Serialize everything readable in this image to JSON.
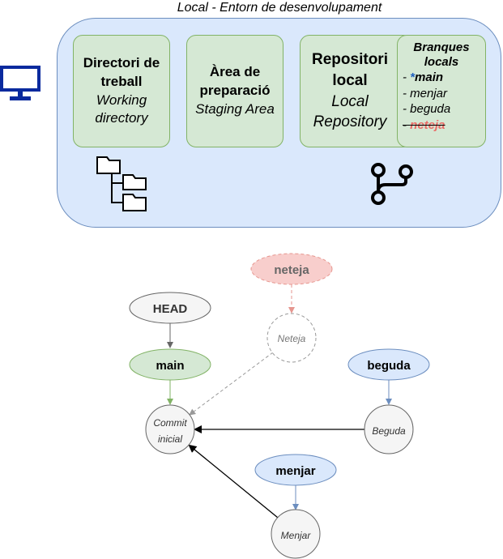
{
  "environment": {
    "title": "Local - Entorn de desenvolupament"
  },
  "stages": {
    "working": {
      "title_line1": "Directori de",
      "title_line2": "treball",
      "subtitle_line1": "Working",
      "subtitle_line2": "directory"
    },
    "staging": {
      "title_line1": "Àrea de",
      "title_line2": "preparació",
      "subtitle_line1": "Staging Area"
    },
    "repository": {
      "title_line1": "Repositori",
      "title_line2": "local",
      "subtitle_line1": "Local",
      "subtitle_line2": "Repository"
    }
  },
  "branches_panel": {
    "title_line1": "Branques",
    "title_line2": "locals",
    "current_marker": "*",
    "items": [
      {
        "prefix": "- ",
        "name": "main",
        "current": true
      },
      {
        "prefix": "- ",
        "name": "menjar"
      },
      {
        "prefix": "- ",
        "name": "beguda"
      },
      {
        "prefix": "- ",
        "name": "neteja",
        "deleted": true
      }
    ]
  },
  "icons": {
    "computer": "desktop-monitor-icon",
    "folders": "folder-tree-icon",
    "git": "git-branch-icon"
  },
  "graph": {
    "labels": {
      "head": "HEAD",
      "main": "main",
      "neteja": "neteja",
      "beguda": "beguda",
      "menjar": "menjar"
    },
    "commits": {
      "initial_line1": "Commit",
      "initial_line2": "inicial",
      "neteja": "Neteja",
      "beguda": "Beguda",
      "menjar": "Menjar"
    }
  },
  "colors": {
    "env_fill": "#dae8fc",
    "env_stroke": "#6c8ebf",
    "stage_fill": "#d5e8d4",
    "stage_stroke": "#82b366",
    "deleted_fill": "#f8cecc",
    "deleted_stroke": "#b85450",
    "deleted_text": "#ea6b66",
    "current_marker": "#1f5fbf",
    "icon_blue": "#0a2a9e"
  }
}
